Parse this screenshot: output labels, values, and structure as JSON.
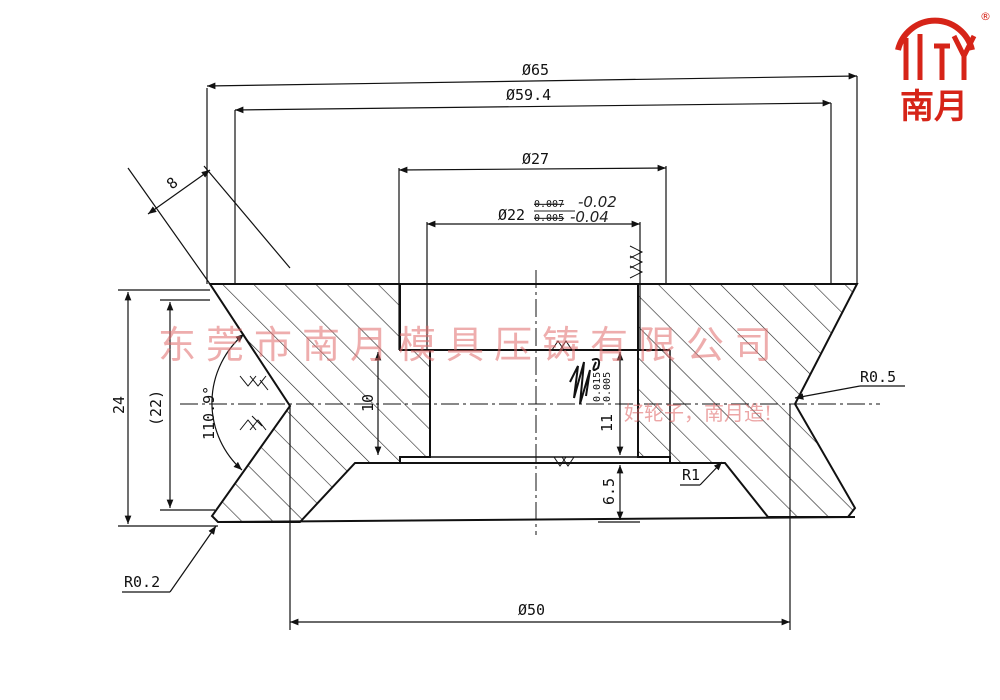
{
  "brand": {
    "logo_text": "南月",
    "registered_mark": "®",
    "color": "#d62418"
  },
  "watermark": {
    "company": "东莞市南月模具压铸有限公司",
    "slogan": "好轮子，南月造!",
    "color": "#e06a6a"
  },
  "dimensions": {
    "d65": "Ø65",
    "d59_4": "Ø59.4",
    "d27": "Ø27",
    "d22": "Ø22",
    "d22_tol_upper": "0.007",
    "d22_tol_lower": "0.005",
    "hand_upper": "-0.02",
    "hand_lower": "-0.04",
    "d50": "Ø50",
    "flange_width": "8",
    "total_height": "24",
    "groove_height": "(22)",
    "angle": "110.9°",
    "bore_height": "10",
    "hub_height": "11",
    "hub_tol_upper": "0.015",
    "hub_tol_lower": "0.005",
    "step_height": "6.5",
    "r_tip": "R0.5",
    "r_fillet": "R1",
    "r_corner": "R0.2"
  }
}
